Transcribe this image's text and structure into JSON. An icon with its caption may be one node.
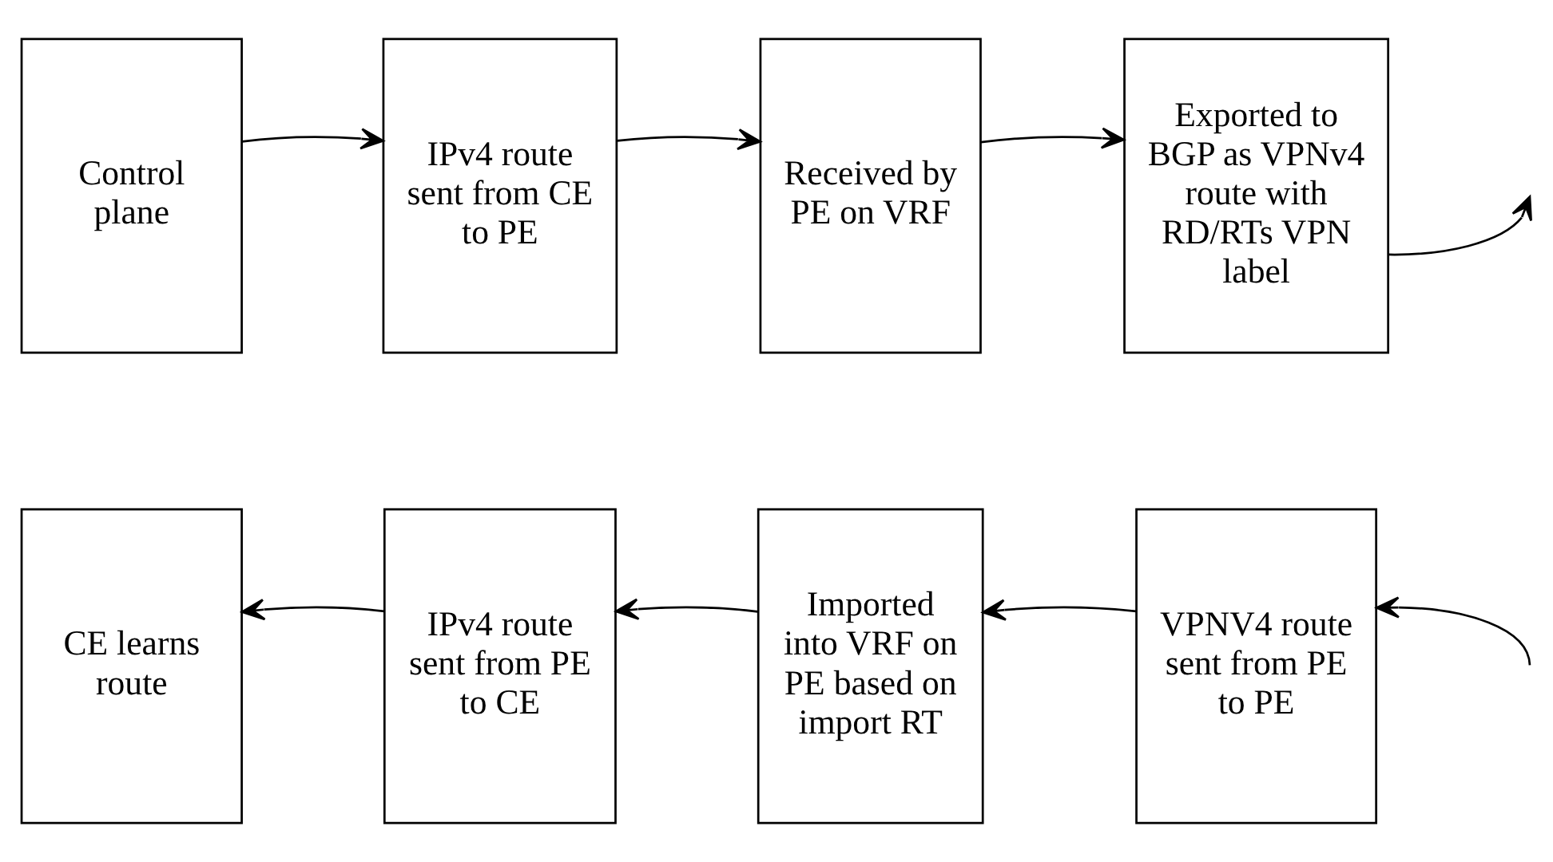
{
  "diagram": {
    "nodes": [
      {
        "text": [
          "CE learns route"
        ]
      },
      {
        "text": [
          "IPv4 route sent from PE to CE"
        ]
      },
      {
        "text": [
          "Imported into VRF on PE based on import RT"
        ]
      },
      {
        "text": [
          "VPNV4 route sent from PE to PE"
        ]
      },
      {
        "text": [
          "Control plane"
        ]
      },
      {
        "text": [
          "IPv4 route sent from CE to PE"
        ]
      },
      {
        "text": [
          "Received by PE on VRF"
        ]
      },
      {
        "text": [
          "Exported to BGP as VPNv4 route with RD/RTs VPN label"
        ]
      }
    ],
    "edges": [
      {
        "from": null,
        "to": 3,
        "arrow": "to"
      },
      {
        "from": 3,
        "to": 2,
        "arrow": "to"
      },
      {
        "from": 2,
        "to": 1,
        "arrow": "to"
      },
      {
        "from": 1,
        "to": 0,
        "arrow": "to"
      },
      {
        "from": 4,
        "to": 5,
        "arrow": "to"
      },
      {
        "from": 5,
        "to": 6,
        "arrow": "to"
      },
      {
        "from": 6,
        "to": 7,
        "arrow": "to"
      },
      {
        "from": 7,
        "to": null,
        "arrow": "to"
      }
    ]
  }
}
